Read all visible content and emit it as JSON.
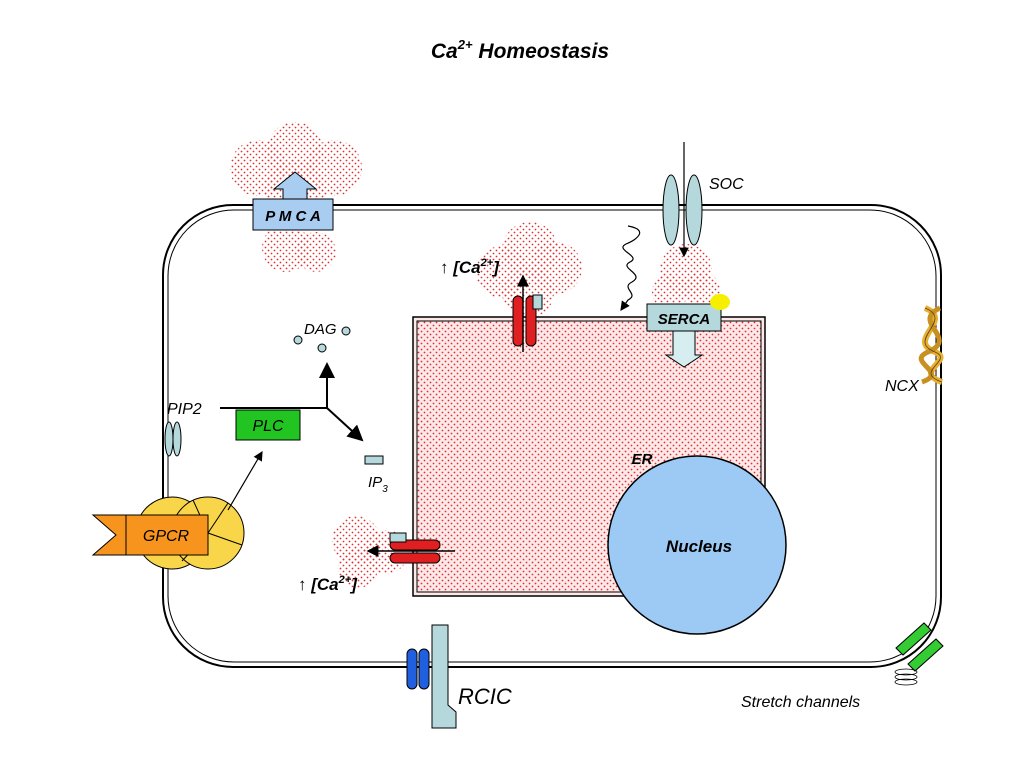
{
  "title": {
    "base": "Ca",
    "superscript": "2+",
    "rest": " Homeostasis"
  },
  "labels": {
    "pmca": "P M C A",
    "soc": "SOC",
    "serca": "SERCA",
    "ncx": "NCX",
    "dag": "DAG",
    "pip2": "PIP2",
    "plc": "PLC",
    "ip3_base": "IP",
    "ip3_sub": "3",
    "gpcr": "GPCR",
    "er": "ER",
    "nucleus": "Nucleus",
    "rcic": "RCIC",
    "stretch": "Stretch channels",
    "ca_up_top": {
      "arrow": "↑ ",
      "open": "[Ca",
      "sup": "2+",
      "close": "]"
    },
    "ca_up_bottom": {
      "arrow": "↑ ",
      "open": "[Ca",
      "sup": "2+",
      "close": "]"
    }
  },
  "colors": {
    "pmca_fill": "#a8cdf0",
    "channel_teal": "#b5d8dc",
    "ip3r_red": "#e02020",
    "plc_green": "#22c422",
    "gpcr_orange": "#f7941d",
    "gpcr_yellow": "#f9d54a",
    "nucleus_blue": "#9ccaf4",
    "rcic_blue": "#2060e0",
    "stretch_green": "#33cc33",
    "ncx_gold": "#e8b030",
    "calcium_dot": "#e03030",
    "serca_marker": "#f6f000"
  }
}
